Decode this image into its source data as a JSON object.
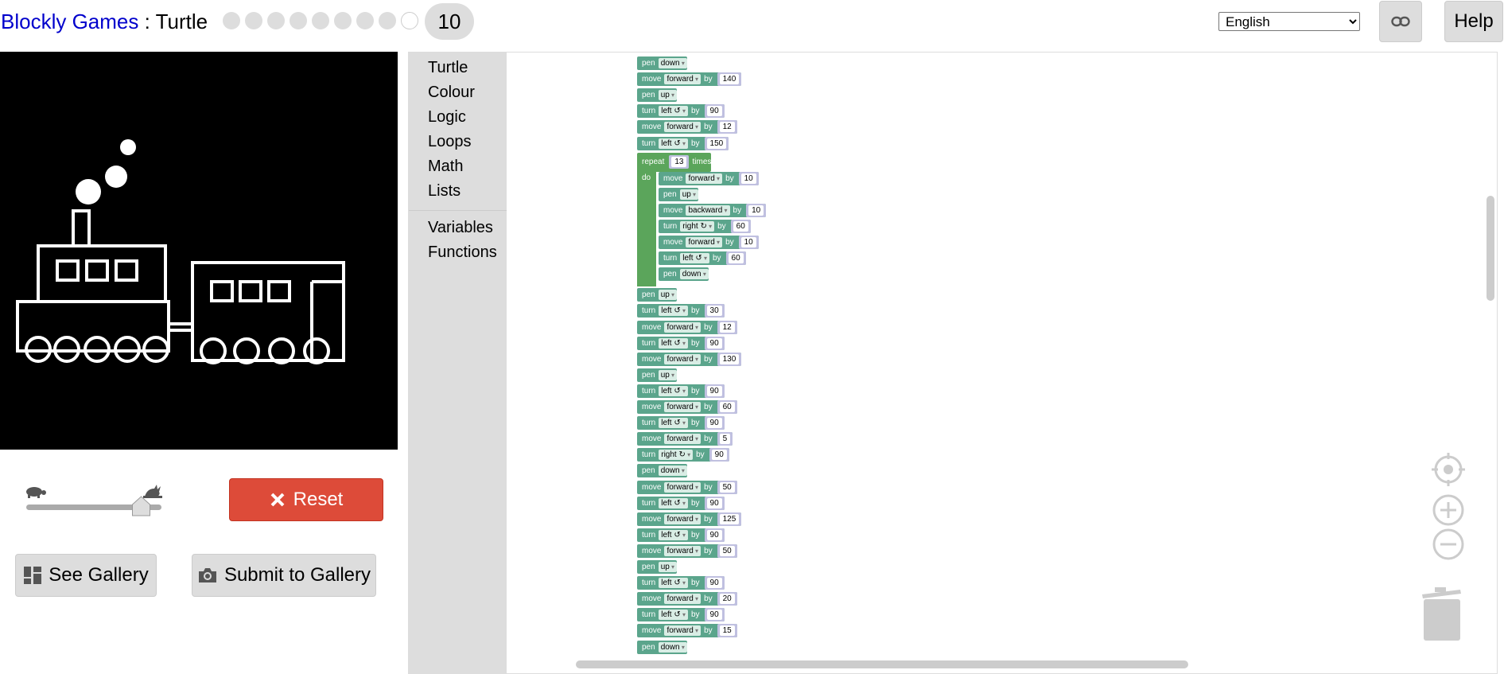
{
  "header": {
    "app_name": "Blockly Games",
    "separator": " : ",
    "game_name": "Turtle",
    "levels": {
      "completed": 8,
      "open": 1,
      "current": "10"
    },
    "language": "English",
    "link_icon": "link-icon",
    "help_label": "Help"
  },
  "controls": {
    "slow_icon": "turtle-icon",
    "fast_icon": "rabbit-icon",
    "speed_level": 0.85,
    "reset_label": "Reset",
    "gallery_label": "See Gallery",
    "submit_label": "Submit to Gallery"
  },
  "toolbox": {
    "items": [
      "Turtle",
      "Colour",
      "Logic",
      "Loops",
      "Math",
      "Lists"
    ],
    "items2": [
      "Variables",
      "Functions"
    ]
  },
  "program": {
    "words": {
      "by": "by",
      "times": "times",
      "do": "do"
    },
    "blocks": [
      {
        "kind": "pen",
        "arg": "down"
      },
      {
        "kind": "move",
        "arg": "forward",
        "value": "140"
      },
      {
        "kind": "pen",
        "arg": "up"
      },
      {
        "kind": "turn",
        "arg": "left ↺",
        "value": "90"
      },
      {
        "kind": "move",
        "arg": "forward",
        "value": "12"
      },
      {
        "kind": "turn",
        "arg": "left ↺",
        "value": "150"
      },
      {
        "kind": "repeat",
        "value": "13",
        "body": [
          {
            "kind": "move",
            "arg": "forward",
            "value": "10"
          },
          {
            "kind": "pen",
            "arg": "up"
          },
          {
            "kind": "move",
            "arg": "backward",
            "value": "10"
          },
          {
            "kind": "turn",
            "arg": "right ↻",
            "value": "60"
          },
          {
            "kind": "move",
            "arg": "forward",
            "value": "10"
          },
          {
            "kind": "turn",
            "arg": "left ↺",
            "value": "60"
          },
          {
            "kind": "pen",
            "arg": "down"
          }
        ]
      },
      {
        "kind": "pen",
        "arg": "up"
      },
      {
        "kind": "turn",
        "arg": "left ↺",
        "value": "30"
      },
      {
        "kind": "move",
        "arg": "forward",
        "value": "12"
      },
      {
        "kind": "turn",
        "arg": "left ↺",
        "value": "90"
      },
      {
        "kind": "move",
        "arg": "forward",
        "value": "130"
      },
      {
        "kind": "pen",
        "arg": "up"
      },
      {
        "kind": "turn",
        "arg": "left ↺",
        "value": "90"
      },
      {
        "kind": "move",
        "arg": "forward",
        "value": "60"
      },
      {
        "kind": "turn",
        "arg": "left ↺",
        "value": "90"
      },
      {
        "kind": "move",
        "arg": "forward",
        "value": "5"
      },
      {
        "kind": "turn",
        "arg": "right ↻",
        "value": "90"
      },
      {
        "kind": "pen",
        "arg": "down"
      },
      {
        "kind": "move",
        "arg": "forward",
        "value": "50"
      },
      {
        "kind": "turn",
        "arg": "left ↺",
        "value": "90"
      },
      {
        "kind": "move",
        "arg": "forward",
        "value": "125"
      },
      {
        "kind": "turn",
        "arg": "left ↺",
        "value": "90"
      },
      {
        "kind": "move",
        "arg": "forward",
        "value": "50"
      },
      {
        "kind": "pen",
        "arg": "up"
      },
      {
        "kind": "turn",
        "arg": "left ↺",
        "value": "90"
      },
      {
        "kind": "move",
        "arg": "forward",
        "value": "20"
      },
      {
        "kind": "turn",
        "arg": "left ↺",
        "value": "90"
      },
      {
        "kind": "move",
        "arg": "forward",
        "value": "15"
      },
      {
        "kind": "pen",
        "arg": "down"
      }
    ]
  },
  "workspace_controls": [
    "recenter-icon",
    "zoom-in-icon",
    "zoom-out-icon",
    "trash-icon"
  ]
}
